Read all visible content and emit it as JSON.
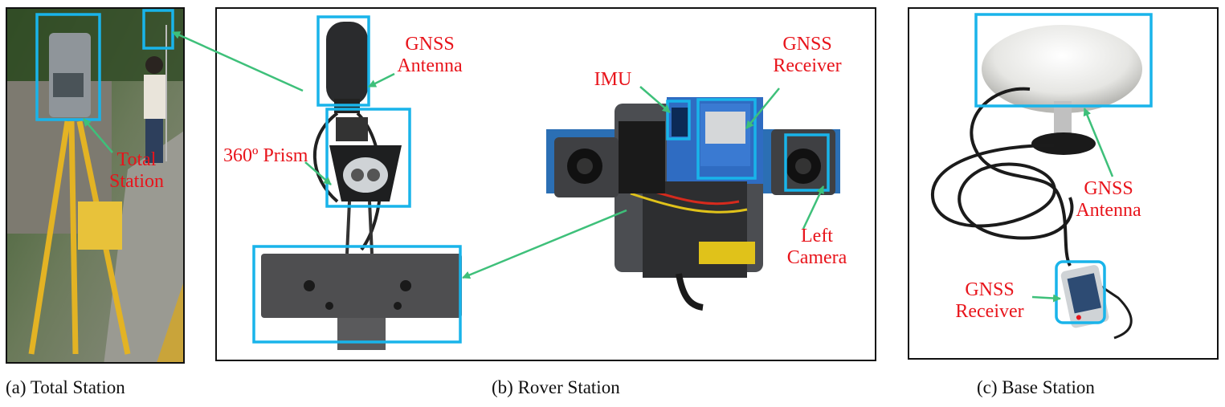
{
  "captions": {
    "a": "(a) Total Station",
    "b": "(b) Rover Station",
    "c": "(c) Base Station"
  },
  "labels": {
    "total_station_line1": "Total",
    "total_station_line2": "Station",
    "gnss_antenna_line1": "GNSS",
    "gnss_antenna_line2": "Antenna",
    "prism": "360º Prism",
    "imu": "IMU",
    "gnss_receiver_line1": "GNSS",
    "gnss_receiver_line2": "Receiver",
    "left_camera_line1": "Left",
    "left_camera_line2": "Camera",
    "base_antenna_line1": "GNSS",
    "base_antenna_line2": "Antenna",
    "base_receiver_line1": "GNSS",
    "base_receiver_line2": "Receiver"
  },
  "colors": {
    "highlight_box": "#19b4ea",
    "label_text": "#e8141b",
    "arrow": "#3ec07a"
  }
}
